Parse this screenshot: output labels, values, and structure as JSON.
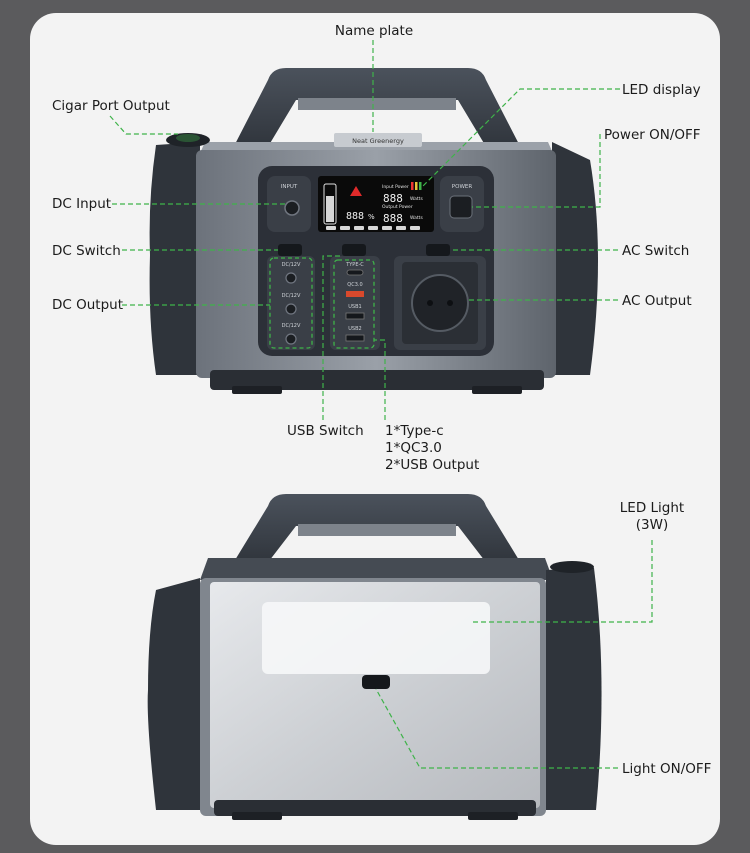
{
  "colors": {
    "background": "#5b5b5d",
    "card": "#f3f3f3",
    "leader_line": "#3fb34a",
    "body_dark": "#3a3f47",
    "panel": "#2c3038",
    "led_screen": "#0a0a0a"
  },
  "callouts": {
    "name_plate": "Name plate",
    "led_display": "LED display",
    "cigar_port_output": "Cigar Port Output",
    "power_on_off": "Power ON/OFF",
    "dc_input": "DC Input",
    "dc_switch": "DC Switch",
    "ac_switch": "AC Switch",
    "dc_output": "DC Output",
    "ac_output": "AC Output",
    "usb_switch": "USB Switch",
    "usb_output_lines": [
      "1*Type-c",
      "1*QC3.0",
      "2*USB Output"
    ],
    "led_light_lines": [
      "LED Light",
      "(3W)"
    ],
    "light_on_off": "Light ON/OFF"
  },
  "device_labels": {
    "brand": "Neat Greenergy",
    "input": "INPUT",
    "power": "POWER",
    "dc12v": "DC/12V",
    "type_c": "TYPE-C",
    "qc30": "QC3.0",
    "usb1": "USB1",
    "usb2": "USB2",
    "screen_input_power": "Input Power",
    "screen_output_power": "Output Power",
    "screen_watts": "Watts",
    "screen_digits": "888",
    "screen_percent": "%"
  }
}
